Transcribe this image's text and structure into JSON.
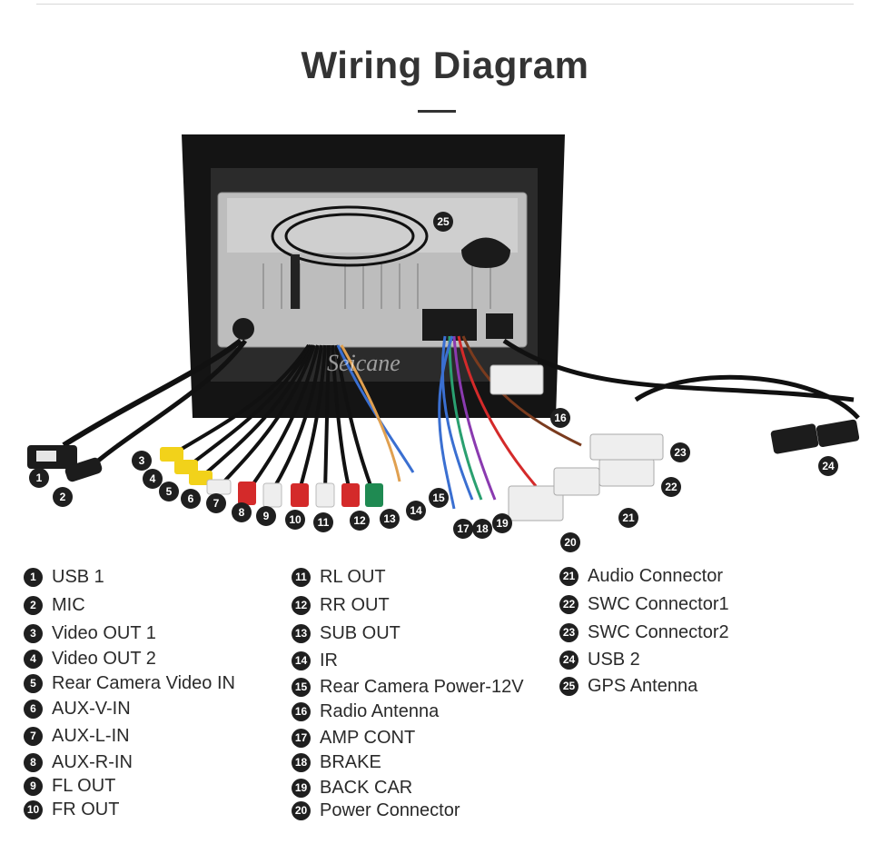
{
  "title": "Wiring Diagram",
  "watermark": "Seicane",
  "legend": {
    "col1": [
      {
        "num": "1",
        "label": "USB 1"
      },
      {
        "num": "2",
        "label": "MIC"
      },
      {
        "num": "3",
        "label": "Video OUT 1"
      },
      {
        "num": "4",
        "label": "Video OUT 2"
      },
      {
        "num": "5",
        "label": "Rear Camera Video IN"
      },
      {
        "num": "6",
        "label": "AUX-V-IN"
      },
      {
        "num": "7",
        "label": "AUX-L-IN"
      },
      {
        "num": "8",
        "label": "AUX-R-IN"
      },
      {
        "num": "9",
        "label": "FL OUT"
      },
      {
        "num": "10",
        "label": "FR OUT"
      }
    ],
    "col2": [
      {
        "num": "11",
        "label": "RL OUT"
      },
      {
        "num": "12",
        "label": "RR OUT"
      },
      {
        "num": "13",
        "label": "SUB OUT"
      },
      {
        "num": "14",
        "label": "IR"
      },
      {
        "num": "15",
        "label": "Rear Camera Power-12V"
      },
      {
        "num": "16",
        "label": "Radio Antenna"
      },
      {
        "num": "17",
        "label": "AMP CONT"
      },
      {
        "num": "18",
        "label": "BRAKE"
      },
      {
        "num": "19",
        "label": "BACK CAR"
      },
      {
        "num": "20",
        "label": "Power Connector"
      }
    ],
    "col3": [
      {
        "num": "21",
        "label": "Audio Connector"
      },
      {
        "num": "22",
        "label": "SWC Connector1"
      },
      {
        "num": "23",
        "label": "SWC Connector2"
      },
      {
        "num": "24",
        "label": "USB 2"
      },
      {
        "num": "25",
        "label": "GPS Antenna"
      }
    ]
  },
  "callouts": [
    "1",
    "2",
    "3",
    "4",
    "5",
    "6",
    "7",
    "8",
    "9",
    "10",
    "11",
    "12",
    "13",
    "14",
    "15",
    "16",
    "17",
    "18",
    "19",
    "20",
    "21",
    "22",
    "23",
    "24",
    "25"
  ],
  "colors": {
    "badge": "#1f1f1f",
    "rca_yellow": "#f2d21a",
    "rca_red": "#d42a2a",
    "rca_white": "#eeeeee",
    "rca_green": "#1f8a52",
    "chassis": "#b9b9b9",
    "frame": "#141414"
  }
}
